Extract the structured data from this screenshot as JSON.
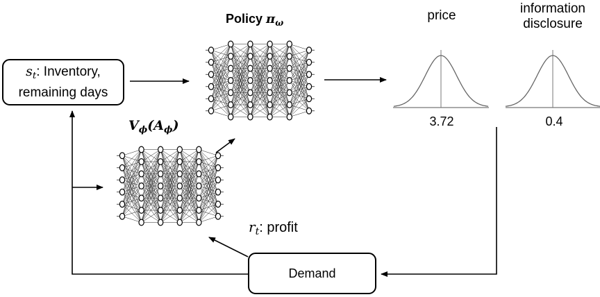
{
  "state_box": {
    "symbol": "s",
    "symbol_sub": "t",
    "line1_rest": ": Inventory,",
    "line2": "remaining days"
  },
  "policy": {
    "label": "Policy ",
    "symbol": "π",
    "symbol_sub": "ω"
  },
  "value": {
    "symbol": "V",
    "symbol_sub": "ϕ",
    "paren_symbol": "A",
    "paren_sub": "ϕ"
  },
  "reward": {
    "symbol": "r",
    "symbol_sub": "t",
    "rest": ": profit"
  },
  "demand_box": {
    "label": "Demand"
  },
  "outputs": {
    "price": {
      "heading": "price",
      "value": "3.72"
    },
    "info": {
      "heading_line1": "information",
      "heading_line2": "disclosure",
      "value": "0.4"
    }
  },
  "networks": {
    "policy_layers": [
      6,
      7,
      7,
      7,
      7,
      6
    ],
    "value_layers": [
      6,
      7,
      7,
      7,
      7,
      6
    ]
  }
}
